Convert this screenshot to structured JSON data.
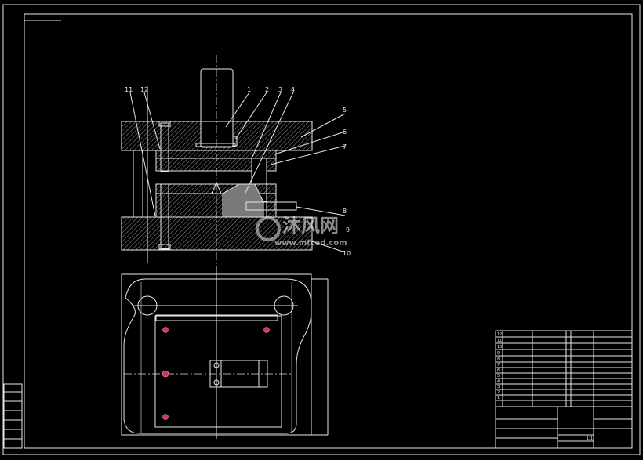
{
  "drawing": {
    "callouts": [
      "1",
      "2",
      "3",
      "4",
      "5",
      "6",
      "7",
      "8",
      "9",
      "10",
      "11",
      "12"
    ],
    "title_block": {
      "item_numbers": [
        "12",
        "11",
        "10",
        "9",
        "8",
        "7",
        "6",
        "5",
        "4",
        "3",
        "2",
        "1"
      ],
      "scale": "1:1"
    },
    "watermark": {
      "brand": "沐风网",
      "url": "www.mfcad.com"
    },
    "colors": {
      "background": "#000000",
      "lines": "#e8e8e8",
      "holes": "#d0307a"
    }
  }
}
